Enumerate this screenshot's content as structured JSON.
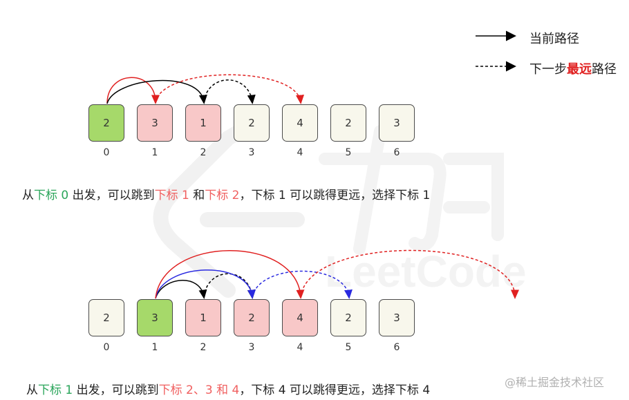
{
  "legend": {
    "current_label": "当前路径",
    "next_label_before": "下一步",
    "next_label_highlight": "最远",
    "next_label_after": "路径"
  },
  "row1": {
    "values": [
      "2",
      "3",
      "1",
      "2",
      "4",
      "2",
      "3"
    ],
    "indices": [
      "0",
      "1",
      "2",
      "3",
      "4",
      "5",
      "6"
    ],
    "caption": {
      "p1": "从",
      "p2": "下标 0",
      "p3": " 出发，可以跳到",
      "p4": "下标 1",
      "p5": " 和",
      "p6": "下标 2",
      "p7": "，下标 1 可以跳得更远，选择下标 1"
    }
  },
  "row2": {
    "values": [
      "2",
      "3",
      "1",
      "2",
      "4",
      "2",
      "3"
    ],
    "indices": [
      "0",
      "1",
      "2",
      "3",
      "4",
      "5",
      "6"
    ],
    "caption": {
      "p1": "从",
      "p2": "下标 1",
      "p3": " 出发，可以跳到",
      "p4": "下标 2、3 和 4",
      "p5": "，下标 4 可以跳得更远，选择下标 4"
    }
  },
  "colors": {
    "current": "#000000",
    "farthest": "#e02020",
    "alternate": "#2a2ae0",
    "start_cell": "#a6d96a",
    "reachable_cell": "#f8c8c8",
    "plain_cell": "#f8f7ec"
  },
  "watermark": "LeetCode",
  "footer": "@稀土掘金技术社区"
}
